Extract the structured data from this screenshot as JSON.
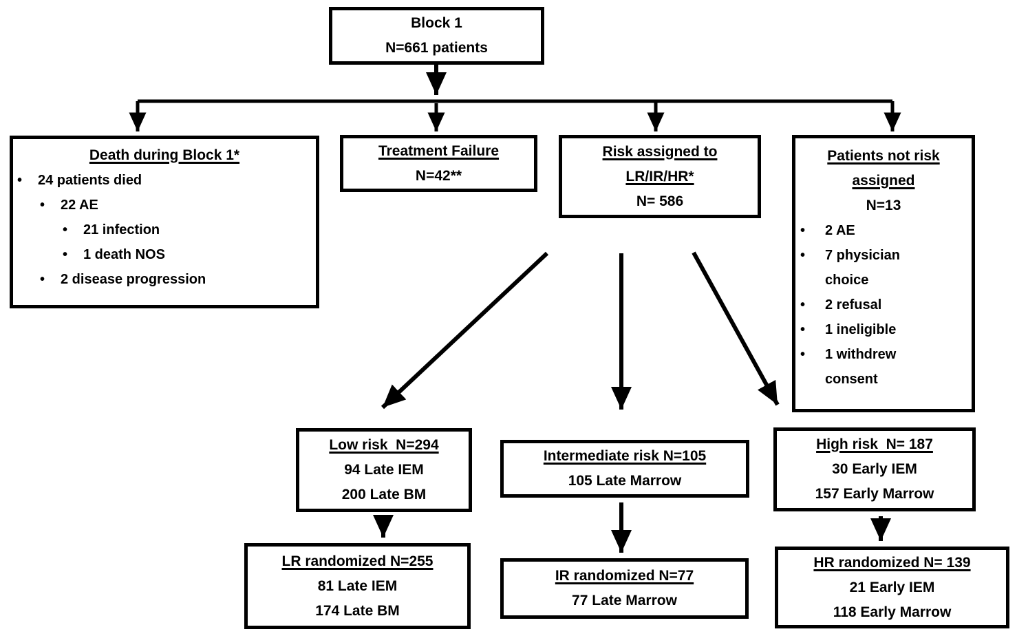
{
  "glyphs": {
    "bullet": "•"
  },
  "colors": {
    "ink": "#000000",
    "paper": "#ffffff"
  },
  "boxes": {
    "block1": {
      "line1": "Block 1",
      "line2": "N=661 patients"
    },
    "death": {
      "title": "Death during Block 1*",
      "bullets": [
        {
          "level": 1,
          "text": "24 patients died"
        },
        {
          "level": 2,
          "text": "22 AE"
        },
        {
          "level": 3,
          "text": "21 infection"
        },
        {
          "level": 3,
          "text": "1 death NOS"
        },
        {
          "level": 2,
          "text": "2 disease progression"
        }
      ]
    },
    "treatment_failure": {
      "title": "Treatment Failure",
      "n": "N=42**"
    },
    "risk_assigned": {
      "title_line1": "Risk assigned to",
      "title_line2": "LR/IR/HR*",
      "n": "N= 586"
    },
    "not_risk_assigned": {
      "title_line1": "Patients not risk",
      "title_line2": "assigned",
      "n": "N=13",
      "bullets": [
        {
          "text": "2 AE"
        },
        {
          "text": "7 physician choice"
        },
        {
          "text": "2 refusal"
        },
        {
          "text": "1 ineligible"
        },
        {
          "text": "1 withdrew consent"
        }
      ]
    },
    "low_risk": {
      "title": "Low risk  N=294",
      "line1": "94 Late IEM",
      "line2": "200 Late BM"
    },
    "intermediate_risk": {
      "title": "Intermediate risk N=105",
      "line1": "105 Late Marrow"
    },
    "high_risk": {
      "title": "High risk  N= 187",
      "line1": "30 Early IEM",
      "line2": "157 Early Marrow"
    },
    "lr_randomized": {
      "title": "LR randomized N=255",
      "line1": "81 Late IEM",
      "line2": "174 Late BM"
    },
    "ir_randomized": {
      "title": "IR randomized N=77",
      "line1": "77 Late Marrow"
    },
    "hr_randomized": {
      "title": "HR randomized N= 139",
      "line1": "21 Early IEM",
      "line2": "118 Early Marrow"
    }
  }
}
